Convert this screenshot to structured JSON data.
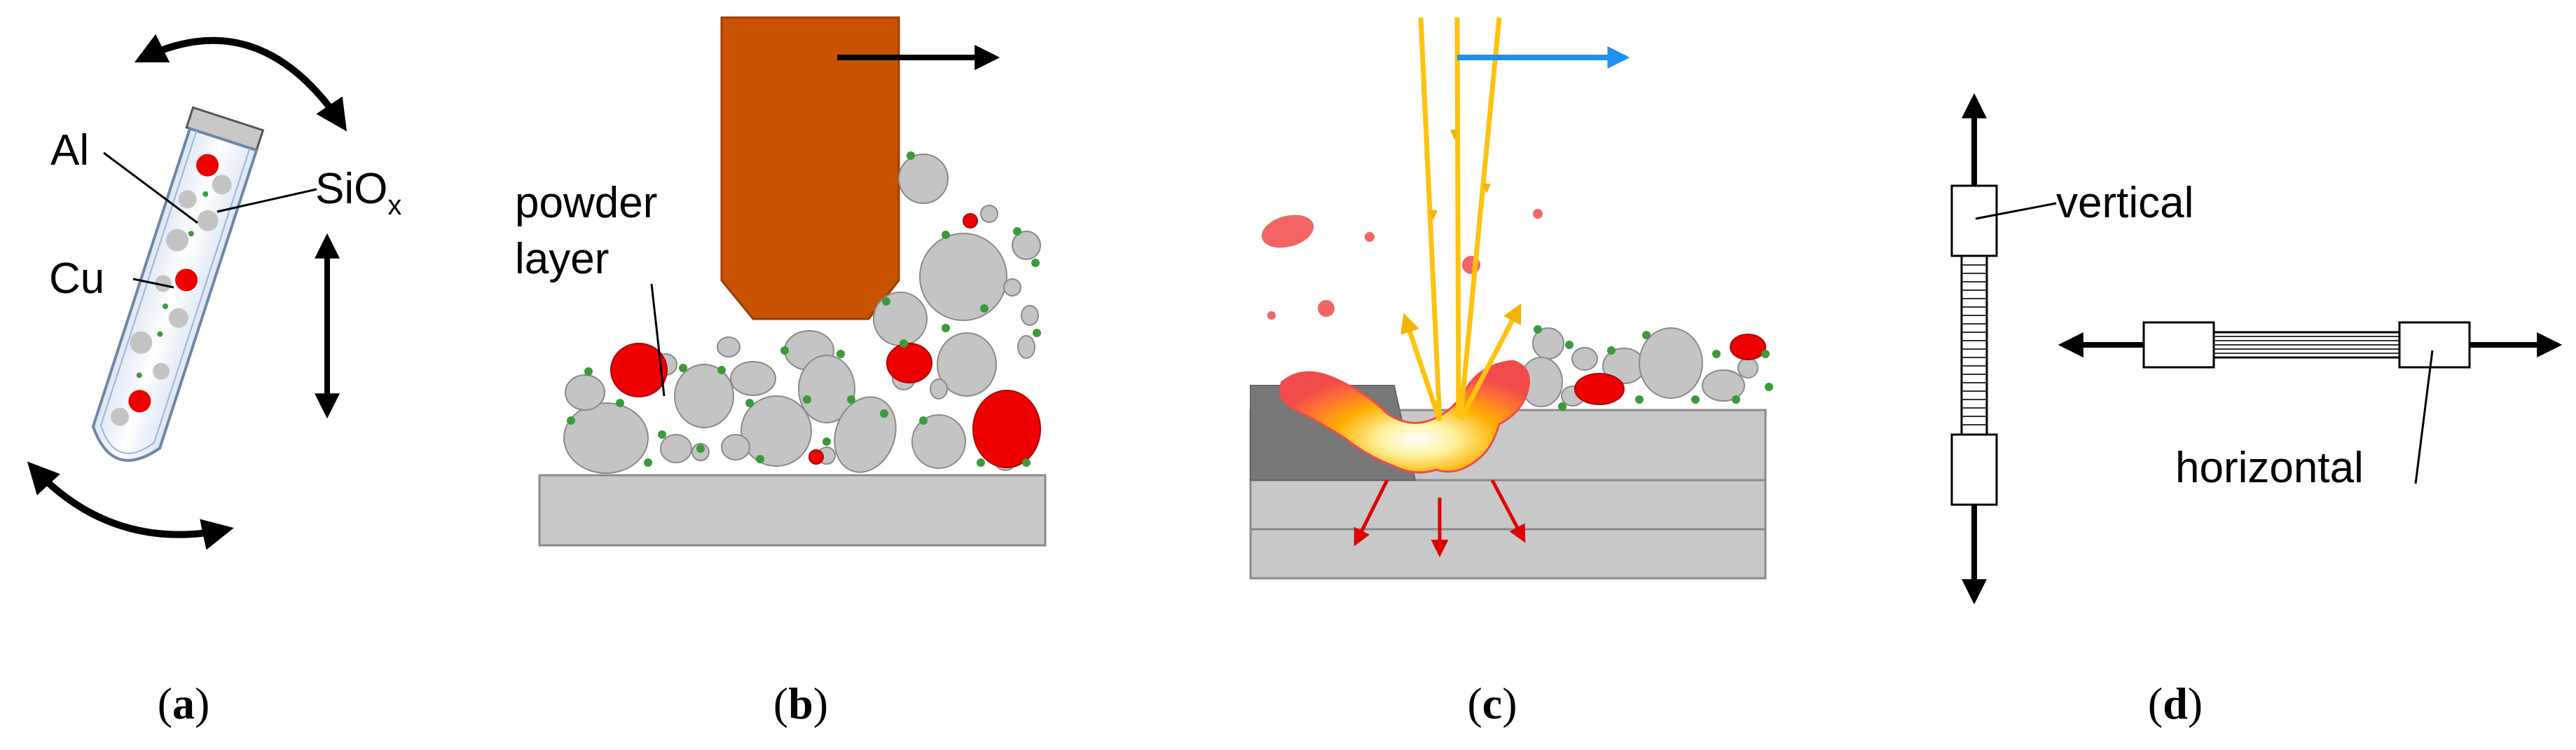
{
  "panels": [
    {
      "id": "a",
      "caption_open": "(",
      "caption_letter": "a",
      "caption_close": ")",
      "labels": {
        "al": "Al",
        "siox_base": "SiO",
        "siox_sub": "x",
        "cu": "Cu"
      }
    },
    {
      "id": "b",
      "caption_open": "(",
      "caption_letter": "b",
      "caption_close": ")",
      "labels": {
        "powder_line1": "powder",
        "powder_line2": "layer"
      }
    },
    {
      "id": "c",
      "caption_open": "(",
      "caption_letter": "c",
      "caption_close": ")"
    },
    {
      "id": "d",
      "caption_open": "(",
      "caption_letter": "d",
      "caption_close": ")",
      "labels": {
        "vertical": "vertical",
        "horizontal": "horizontal"
      }
    }
  ],
  "colors": {
    "powder_gray": "#c4c4c4",
    "copper_red": "#ee0000",
    "coating_green": "#3a9b3a",
    "nozzle_orange": "#c85200",
    "laser_yellow": "#ffc20e",
    "scan_arrow_blue": "#1f8ff0",
    "substrate_gray": "#c8c8c8",
    "melt_pool_red": "#f24b4b"
  }
}
